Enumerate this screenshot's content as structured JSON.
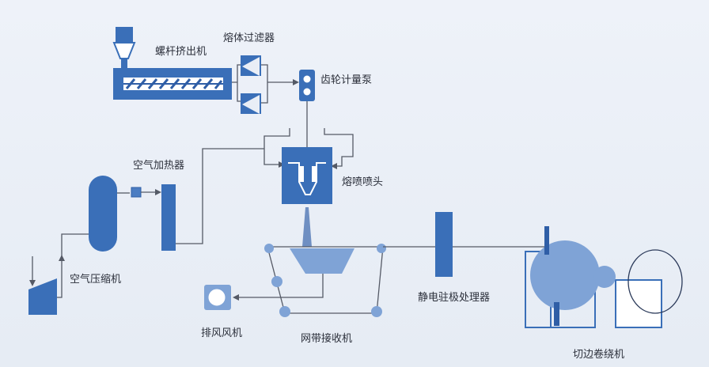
{
  "labels": {
    "screw_extruder": "螺杆挤出机",
    "melt_filter": "熔体过滤器",
    "gear_pump": "齿轮计量泵",
    "air_heater": "空气加热器",
    "meltblown_die": "熔喷喷头",
    "air_compressor": "空气压缩机",
    "exhaust_fan": "排风风机",
    "belt_receiver": "网带接收机",
    "electret_treater": "静电驻极处理器",
    "slitter_winder": "切边卷绕机"
  },
  "colors": {
    "primary": "#3a6fb8",
    "primary_light": "#7fa3d6",
    "line": "#555a66",
    "background": "#eef2f8"
  }
}
